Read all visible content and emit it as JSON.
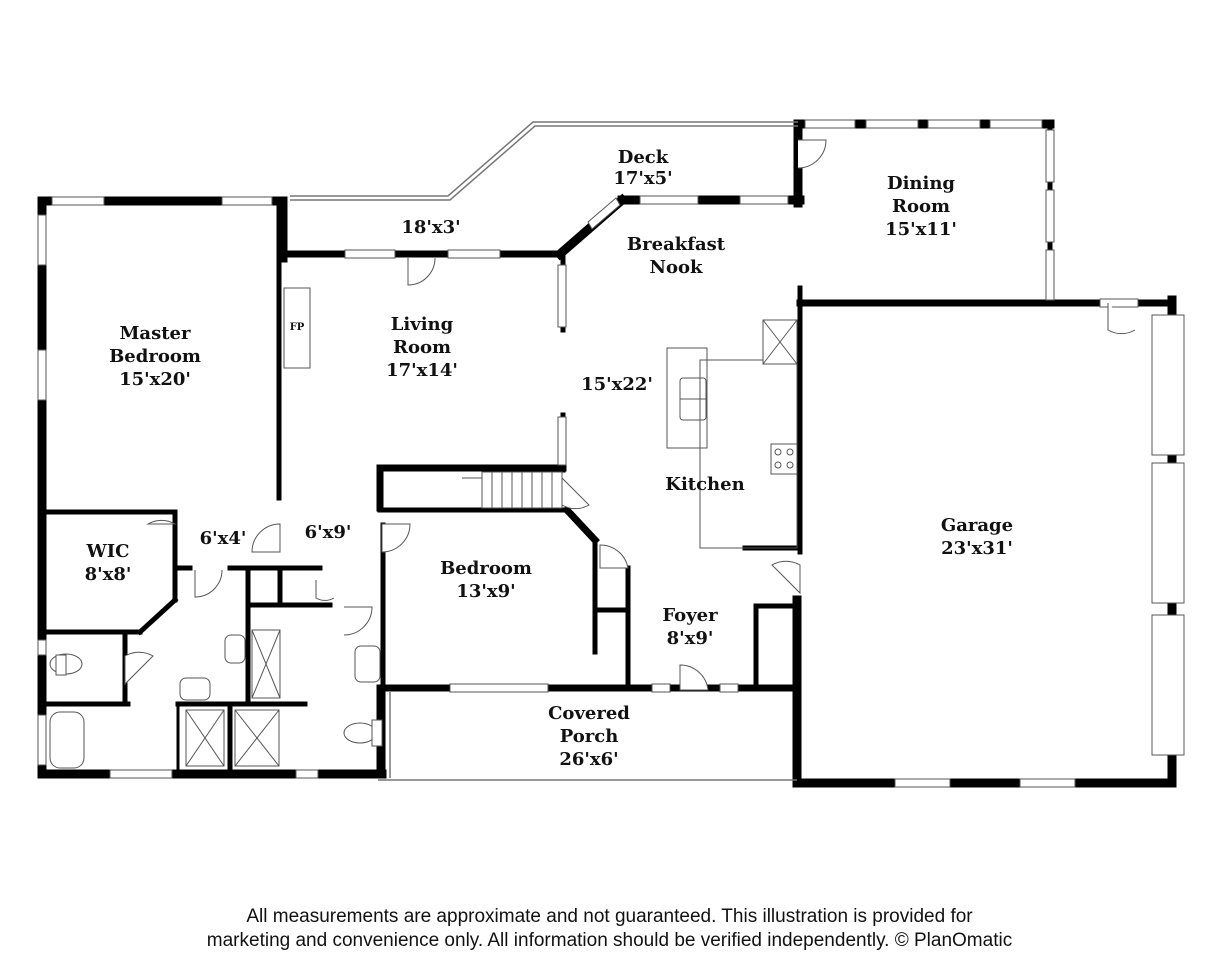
{
  "rooms": {
    "master_bedroom": {
      "name_1": "Master",
      "name_2": "Bedroom",
      "size": "15'x20'"
    },
    "living_room": {
      "name_1": "Living",
      "name_2": "Room",
      "size": "17'x14'"
    },
    "deck": {
      "name": "Deck",
      "size": "17'x5'"
    },
    "balcony": {
      "size": "18'x3'"
    },
    "breakfast_nook": {
      "name_1": "Breakfast",
      "name_2": "Nook"
    },
    "kitchen": {
      "name": "Kitchen",
      "size": "15'x22'"
    },
    "dining_room": {
      "name_1": "Dining",
      "name_2": "Room",
      "size": "15'x11'"
    },
    "garage": {
      "name": "Garage",
      "size": "23'x31'"
    },
    "wic": {
      "name": "WIC",
      "size": "8'x8'"
    },
    "hall_1": {
      "size": "6'x4'"
    },
    "hall_2": {
      "size": "6'x9'"
    },
    "bedroom": {
      "name": "Bedroom",
      "size": "13'x9'"
    },
    "foyer": {
      "name": "Foyer",
      "size": "8'x9'"
    },
    "covered_porch": {
      "name_1": "Covered",
      "name_2": "Porch",
      "size": "26'x6'"
    }
  },
  "fireplace": {
    "label": "FP"
  },
  "disclaimer": {
    "line_1": "All measurements are approximate and not guaranteed. This illustration is provided for",
    "line_2": "marketing and convenience only. All information should be verified independently. © PlanOmatic"
  },
  "colors": {
    "wall": "#000000",
    "window": "#ffffff",
    "fixture": "#555555"
  }
}
